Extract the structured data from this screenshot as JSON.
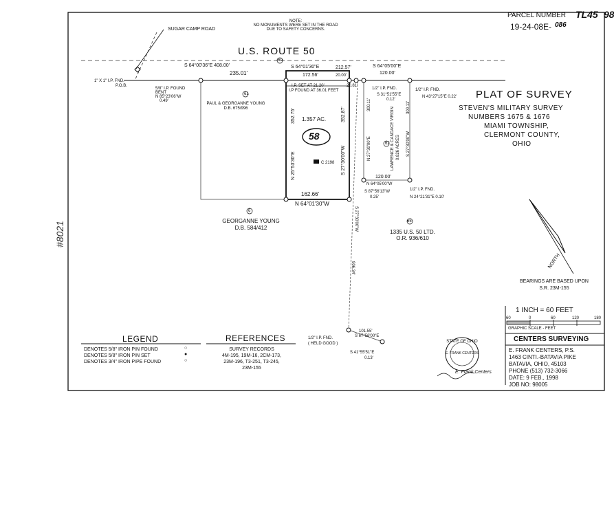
{
  "header": {
    "parcel_label": "PARCEL NUMBER",
    "parcel_number": "19-24-08E-",
    "parcel_handwritten_overlay": "086",
    "handwritten_tl": "TL45",
    "handwritten_margin_fragment": "98"
  },
  "note": {
    "line1": "NOTE:",
    "line2": "NO MONUMENTS WERE SET IN THE ROAD",
    "line3": "DUE TO SAFETY CONCERNS."
  },
  "roads": {
    "sugar_camp": "SUGAR CAMP ROAD",
    "us50": "U.S. ROUTE 50",
    "us50_marker": "60"
  },
  "bearings": {
    "north_line_1": "S 64°00'36\"E   408.00'",
    "north_dist_1": "235.01'",
    "north_line_2": "S 64°01'30\"E",
    "north_dist_2": "172.56'",
    "north_dist_3": "20.00'",
    "north_dist_4": "212.57'",
    "north_line_3": "S 64°05'00\"E",
    "north_dist_5": "120.00'",
    "dist_2081": "20.81'",
    "ip_fnd_1": "1\" X 1\" I.P. FND.",
    "pob": "P.O.B.",
    "found_58": "5/8\" I.P. FOUND",
    "bent": "BENT",
    "bearing_n85": "N 85°23'06\"W",
    "dist_049": "0.49'",
    "ip_set": "I.P. SET AT 21.20'",
    "ip_found": "I.P FOUND AT 36.01 FEET",
    "west_side": "N 25°53'30\"E",
    "west_len": "352.75'",
    "east_side": "S 27°30'00\"W",
    "east_len": "352.87'",
    "south_len": "162.66'",
    "south_bearing": "N 64°01'30\"W",
    "ip_half_1": "1/2\" I.P. FND.",
    "bearing_s31": "S 31°51'55\"E",
    "dist_012": "0.12'",
    "ip_half_2": "1/2\" I.P. FND.",
    "bearing_n43": "N 43°27'15\"E  0.22'",
    "vert_300_a": "300.11'",
    "vert_n27": "N 27°30'00\"E",
    "vert_300_b": "300.11'",
    "vert_s27b": "S 27°30'00\"W",
    "dist_120": "120.00'",
    "bearing_n64_05": "N 64°05'00\"W",
    "bearing_s87": "S 87°56'13\"W",
    "dist_025": "0.25'",
    "ip_half_3": "1/2\" I.P. FND.",
    "bearing_n24": "N 24°21'31\"E  0.10'",
    "long_1": "S 27°30'00\"W",
    "long_2": "906.34'",
    "dist_10155": "101.55'",
    "bearing_s67": "S 67°56'00\"E",
    "ip_half_4": "1/2\" I.P. FND.",
    "held_good": "( HELD GOOD )",
    "bearing_s41": "S 41°55'51\"E",
    "dist_013": "0.13'"
  },
  "parcels": {
    "young_lot_number": "61",
    "young_owners": "PAUL & GEORGANNE YOUNG",
    "young_deed": "D.B. 675/996",
    "subject_acreage": "1.357 AC.",
    "subject_circled": "58",
    "subject_mark_text": "C 2198",
    "virgin_lot_number": "62",
    "virgin_owners": "LAWRENCE & CANDACE VIRGIN",
    "virgin_acres": "0.826 ACRES",
    "georganne_lot_number": "6",
    "georganne_owner": "GEORGANNE YOUNG",
    "georganne_deed": "D.B. 584/412",
    "ltd_lot_number": "65",
    "ltd_owner": "1335 U.S. 50 LTD.",
    "ltd_deed": "O.R. 936/610"
  },
  "title_block": {
    "title": "PLAT OF SURVEY",
    "line1": "STEVEN'S MILITARY SURVEY",
    "line2": "NUMBERS 1675 & 1676",
    "line3": "MIAMI TOWNSHIP,",
    "line4": "CLERMONT COUNTY,",
    "line5": "OHIO"
  },
  "north_arrow": {
    "label": "NORTH"
  },
  "bearings_note": {
    "line1": "BEARINGS ARE BASED UPON",
    "line2": "S.R. 23M-155"
  },
  "scale": {
    "label": "1 INCH = 60 FEET",
    "ticks": [
      "60",
      "0",
      "60",
      "120",
      "180"
    ],
    "caption": "GRAPHIC SCALE - FEET"
  },
  "surveyor": {
    "heading": "CENTERS SURVEYING",
    "line1": "E. FRANK CENTERS, P.S.",
    "line2": "1463 CINTI.-BATAVIA PIKE",
    "line3": "BATAVIA, OHIO, 45103",
    "line4": "PHONE (513) 732-3066",
    "line5": "DATE: 9 FEB., 1998",
    "line6": "JOB NO: 98005"
  },
  "seal": {
    "ring_text": "STATE OF OHIO",
    "inner": "E. FRANK CENTERS",
    "signature": "E. Frank Centers"
  },
  "legend": {
    "heading": "LEGEND",
    "rows": [
      {
        "text": "DENOTES 5/8\" IRON PIN FOUND",
        "symbol": "○"
      },
      {
        "text": "DENOTES 5/8\" IRON PIN SET",
        "symbol": "●"
      },
      {
        "text": "DENOTES 3/4\" IRON PIPE FOUND",
        "symbol": "○"
      }
    ]
  },
  "references": {
    "heading": "REFERENCES",
    "line1": "SURVEY RECORDS",
    "line2": "4M-195, 19M-16, 2CM-173,",
    "line3": "23M-196, T3-251, T3-245,",
    "line4": "23M-155"
  },
  "margin": {
    "handwritten": "#8021"
  }
}
